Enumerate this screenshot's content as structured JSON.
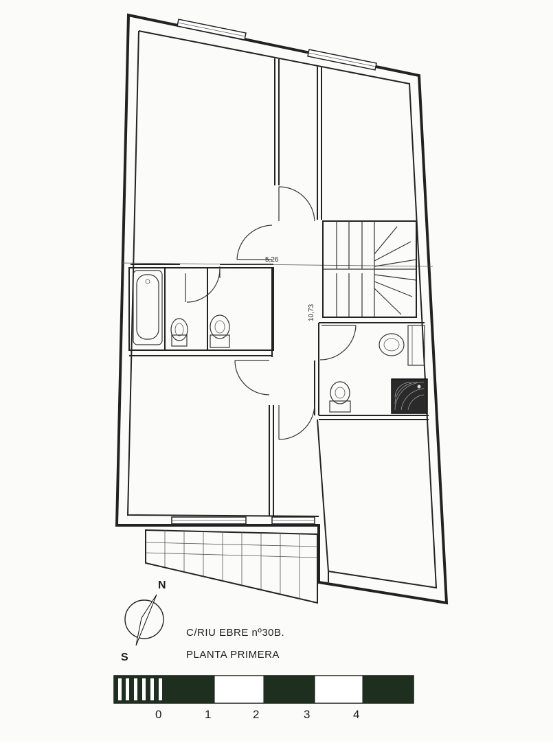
{
  "plan": {
    "dimension_width": "5,26",
    "dimension_length": "10,73",
    "north_label": "N",
    "south_label": "S"
  },
  "title": {
    "address": "C/RIU EBRE nº30B.",
    "floor": "PLANTA PRIMERA"
  },
  "scale_bar": {
    "labels": [
      "0",
      "1",
      "2",
      "3",
      "4"
    ],
    "colors": {
      "dark": "#1f2f1f",
      "light": "#ffffff"
    }
  }
}
